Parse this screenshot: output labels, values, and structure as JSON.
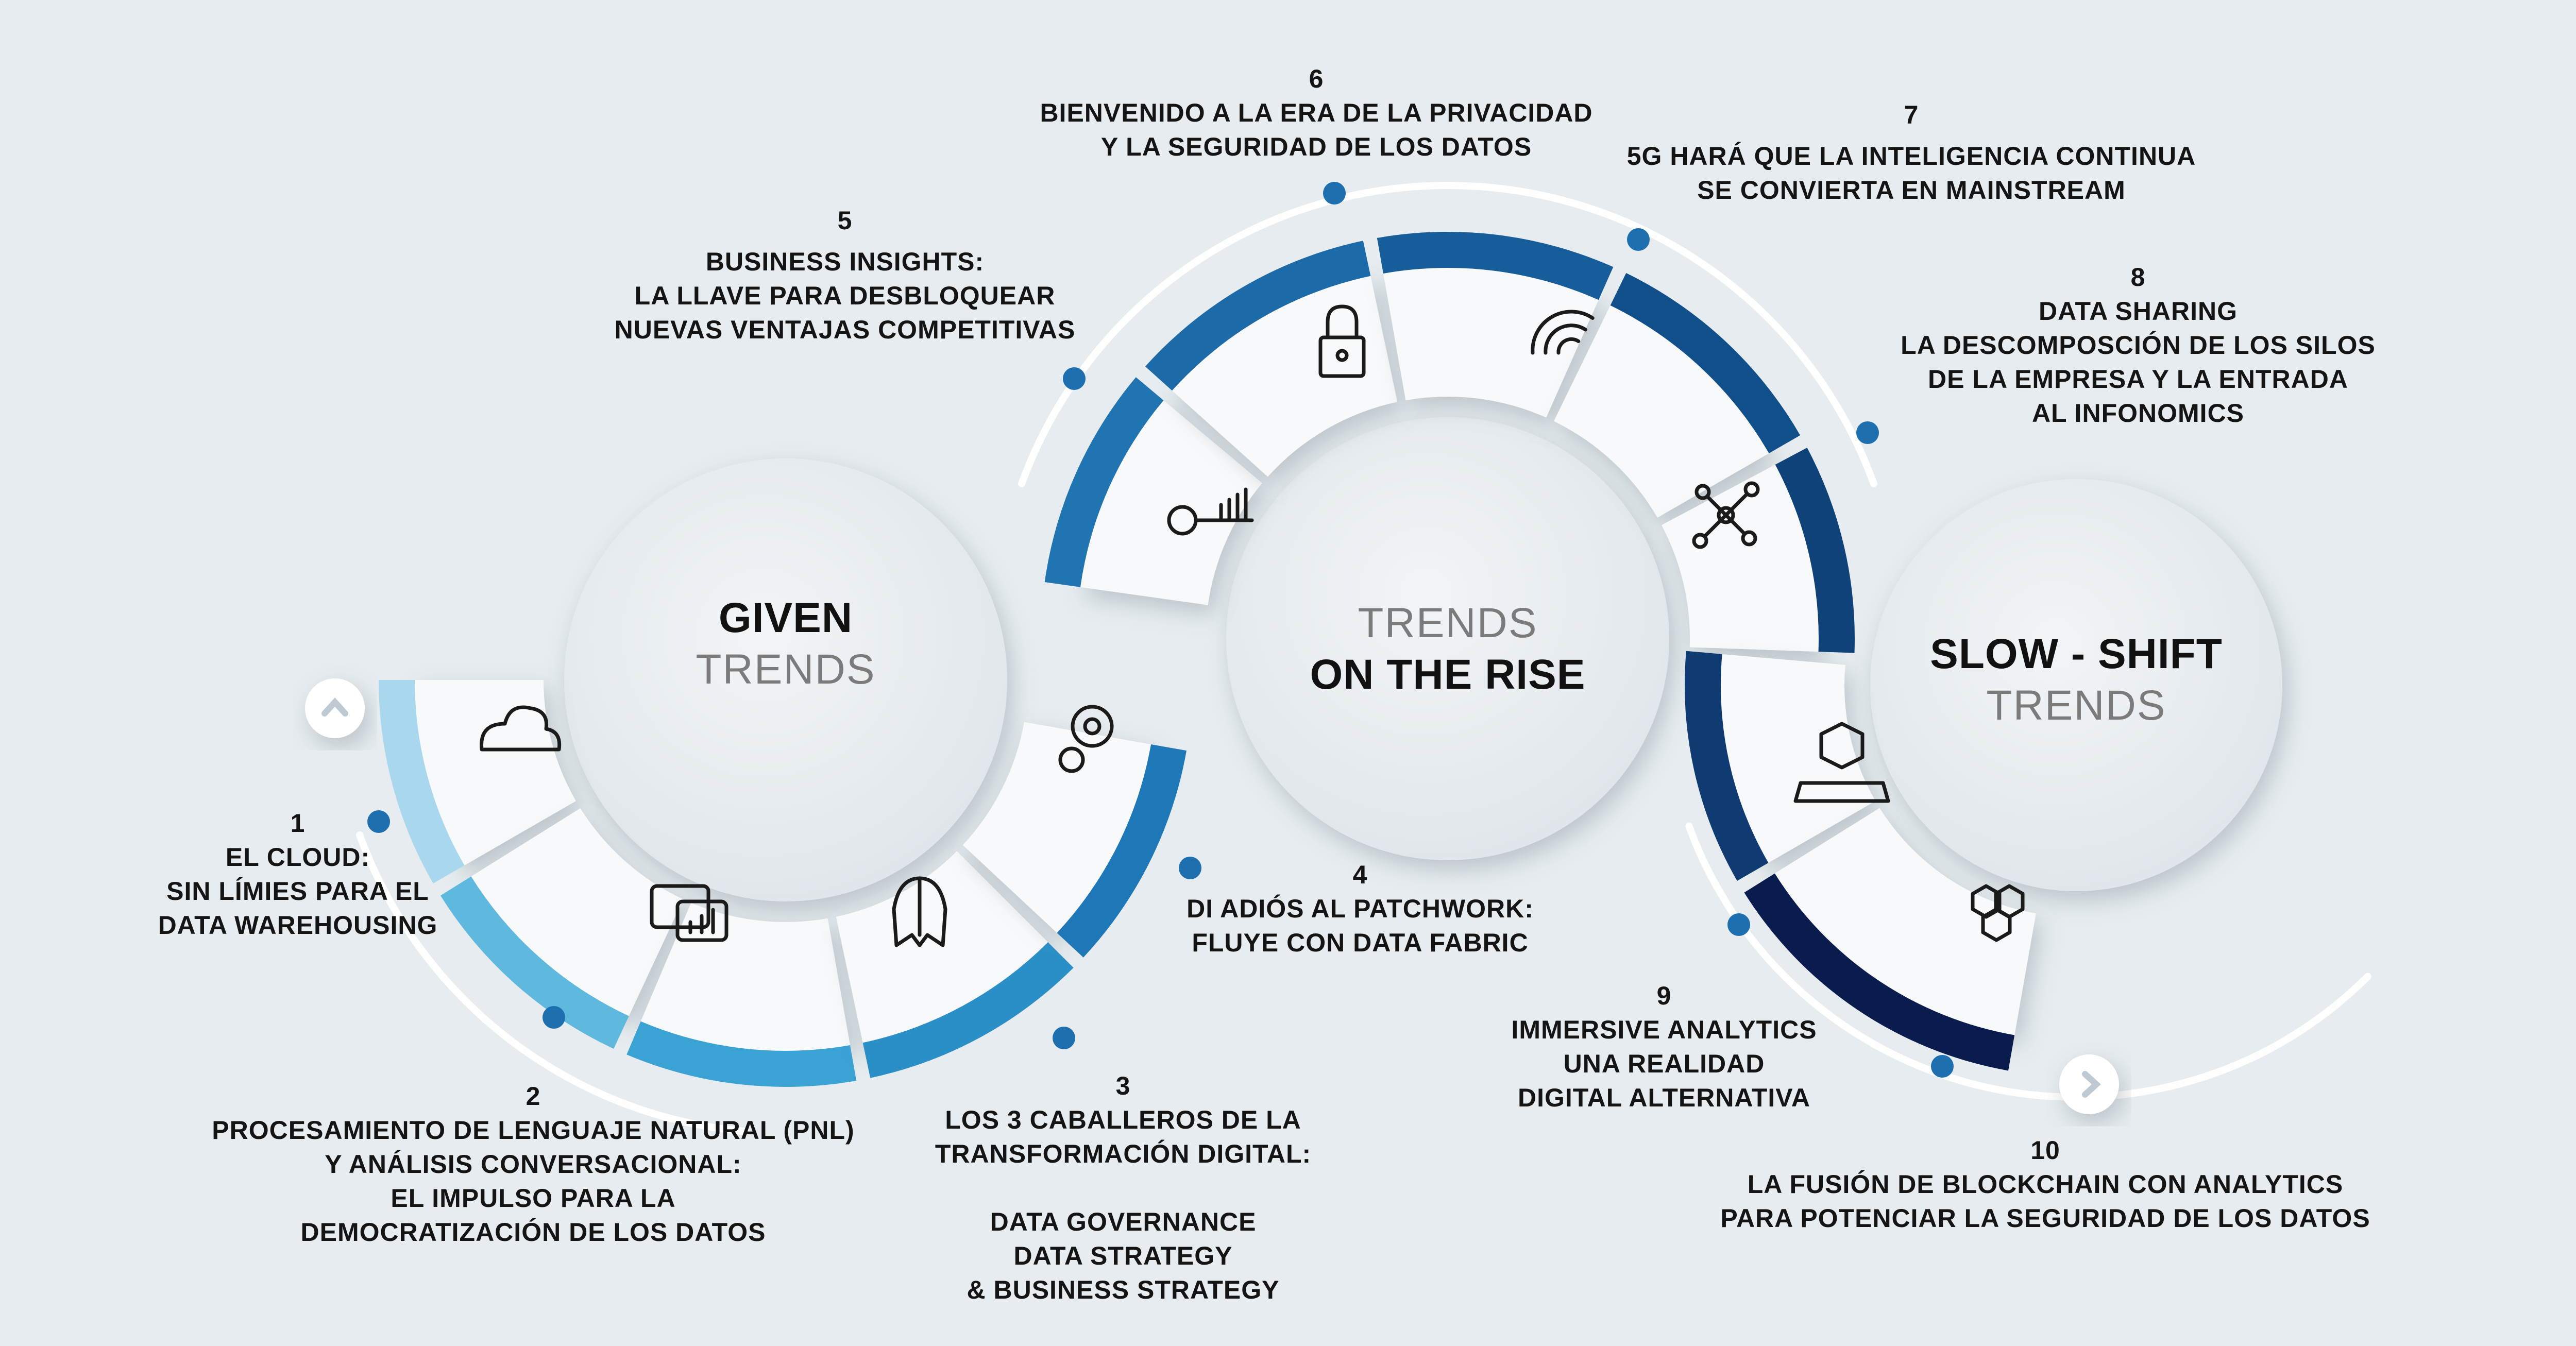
{
  "groups": [
    {
      "id": "given",
      "bold": "GIVEN",
      "light": "TRENDS",
      "order": "bold-first"
    },
    {
      "id": "rise",
      "bold": "ON THE RISE",
      "light": "TRENDS",
      "order": "light-first"
    },
    {
      "id": "slow",
      "bold": "SLOW - SHIFT",
      "light": "TRENDS",
      "order": "bold-first"
    }
  ],
  "trends": [
    {
      "num": "1",
      "lines": [
        "EL CLOUD:",
        "SIN LÍMIES PARA EL",
        "DATA WAREHOUSING"
      ],
      "icon": "cloud-icon"
    },
    {
      "num": "2",
      "lines": [
        "PROCESAMIENTO DE LENGUAJE NATURAL (PNL)",
        "Y ANÁLISIS CONVERSACIONAL:",
        "EL IMPULSO PARA LA",
        "DEMOCRATIZACIÓN DE LOS DATOS"
      ],
      "icon": "chat-chart-icon"
    },
    {
      "num": "3",
      "lines": [
        "LOS 3 CABALLEROS DE LA",
        "TRANSFORMACIÓN DIGITAL:",
        "",
        "DATA GOVERNANCE",
        "DATA STRATEGY",
        "& BUSINESS STRATEGY"
      ],
      "icon": "knight-helmet-icon"
    },
    {
      "num": "4",
      "lines": [
        "DI ADIÓS AL PATCHWORK:",
        "FLUYE CON DATA FABRIC"
      ],
      "icon": "gears-icon"
    },
    {
      "num": "5",
      "lines": [
        "BUSINESS INSIGHTS:",
        "LA LLAVE PARA DESBLOQUEAR",
        "NUEVAS VENTAJAS COMPETITIVAS"
      ],
      "icon": "key-chart-icon"
    },
    {
      "num": "6",
      "lines": [
        "BIENVENIDO A LA ERA DE LA PRIVACIDAD",
        "Y LA SEGURIDAD DE LOS DATOS"
      ],
      "icon": "lock-icon"
    },
    {
      "num": "7",
      "lines": [
        "5G HARÁ QUE LA INTELIGENCIA CONTINUA",
        "SE CONVIERTA EN MAINSTREAM"
      ],
      "icon": "5g-signal-icon"
    },
    {
      "num": "8",
      "lines": [
        "DATA SHARING",
        "LA DESCOMPOSCIÓN DE LOS SILOS",
        "DE LA EMPRESA Y LA ENTRADA",
        "AL INFONOMICS"
      ],
      "icon": "network-icon"
    },
    {
      "num": "9",
      "lines": [
        "IMMERSIVE ANALYTICS",
        "UNA REALIDAD",
        "DIGITAL ALTERNATIVA"
      ],
      "icon": "hologram-icon"
    },
    {
      "num": "10",
      "lines": [
        "LA FUSIÓN DE BLOCKCHAIN CON ANALYTICS",
        "PARA POTENCIAR LA SEGURIDAD DE LOS DATOS"
      ],
      "icon": "blockchain-icon"
    }
  ],
  "colors": {
    "background": "#e6ecef",
    "given": [
      "#a9d8ee",
      "#5fb8dd",
      "#3aa3d4",
      "#2a8fc6",
      "#1e78b7"
    ],
    "rise": [
      "#1f74b1",
      "#1c6aa8",
      "#165d99",
      "#114f8a",
      "#0e4279"
    ],
    "slow": [
      "#0f3a72",
      "#0a1c4e"
    ],
    "dot": "#1d6fb0"
  }
}
